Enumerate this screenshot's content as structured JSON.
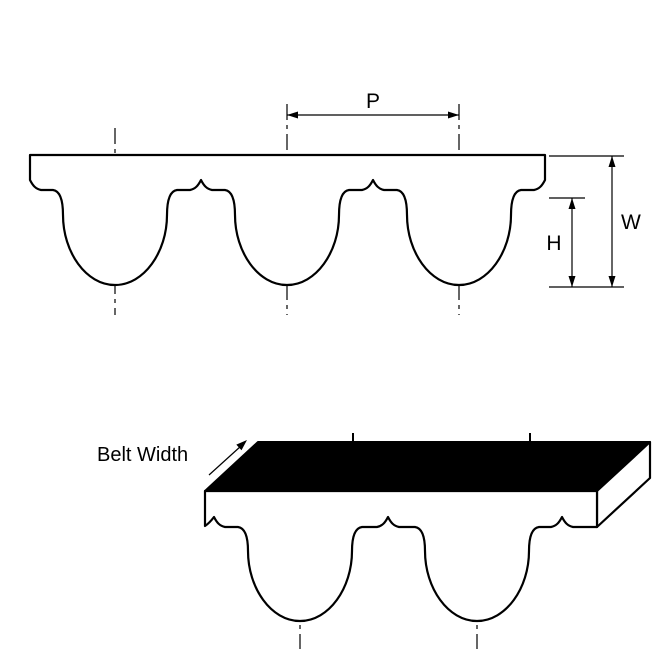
{
  "view": {
    "background": "#ffffff",
    "line_color": "#000000"
  },
  "cross_section": {
    "pitch_label": "P",
    "width_label": "W",
    "height_label": "H"
  },
  "perspective": {
    "belt_width_label": "Belt Width",
    "top_face_fill": "#000000"
  }
}
